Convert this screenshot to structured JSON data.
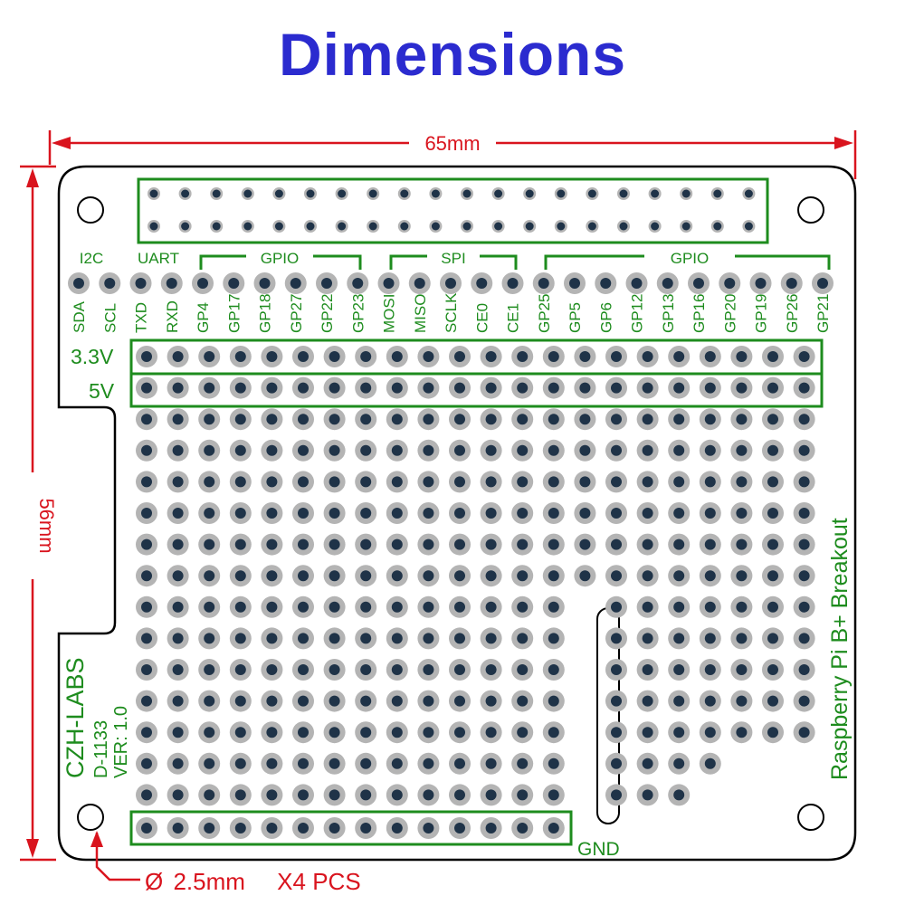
{
  "title": "Dimensions",
  "dimensions": {
    "width_label": "65mm",
    "height_label": "56mm",
    "hole_note": "Ø 2.5mm   X4 PCS",
    "hole_symbol": "Ø",
    "hole_size": "2.5mm",
    "hole_count": "X4 PCS"
  },
  "labels": {
    "i2c": "I2C",
    "uart": "UART",
    "gpio_left": "GPIO",
    "spi": "SPI",
    "gpio_right": "GPIO",
    "rail_33": "3.3V",
    "rail_5": "5V",
    "gnd": "GND",
    "brand": "CZH-LABS",
    "part": "D-1133",
    "version": "VER: 1.0",
    "product": "Raspberry Pi B+ Breakout"
  },
  "pins": [
    "SDA",
    "SCL",
    "TXD",
    "RXD",
    "GP4",
    "GP17",
    "GP18",
    "GP27",
    "GP22",
    "GP23",
    "MOSI",
    "MISO",
    "SCLK",
    "CE0",
    "CE1",
    "GP25",
    "GP5",
    "GP6",
    "GP12",
    "GP13",
    "GP16",
    "GP20",
    "GP19",
    "GP26",
    "GP21"
  ],
  "colors": {
    "title": "#2b2bcf",
    "dimension": "#d9141e",
    "silkscreen": "#1e8c1e",
    "outline": "#000000",
    "pad_ring": "#b4b4b4",
    "pad_hole": "#1f3348",
    "board": "#ffffff"
  }
}
